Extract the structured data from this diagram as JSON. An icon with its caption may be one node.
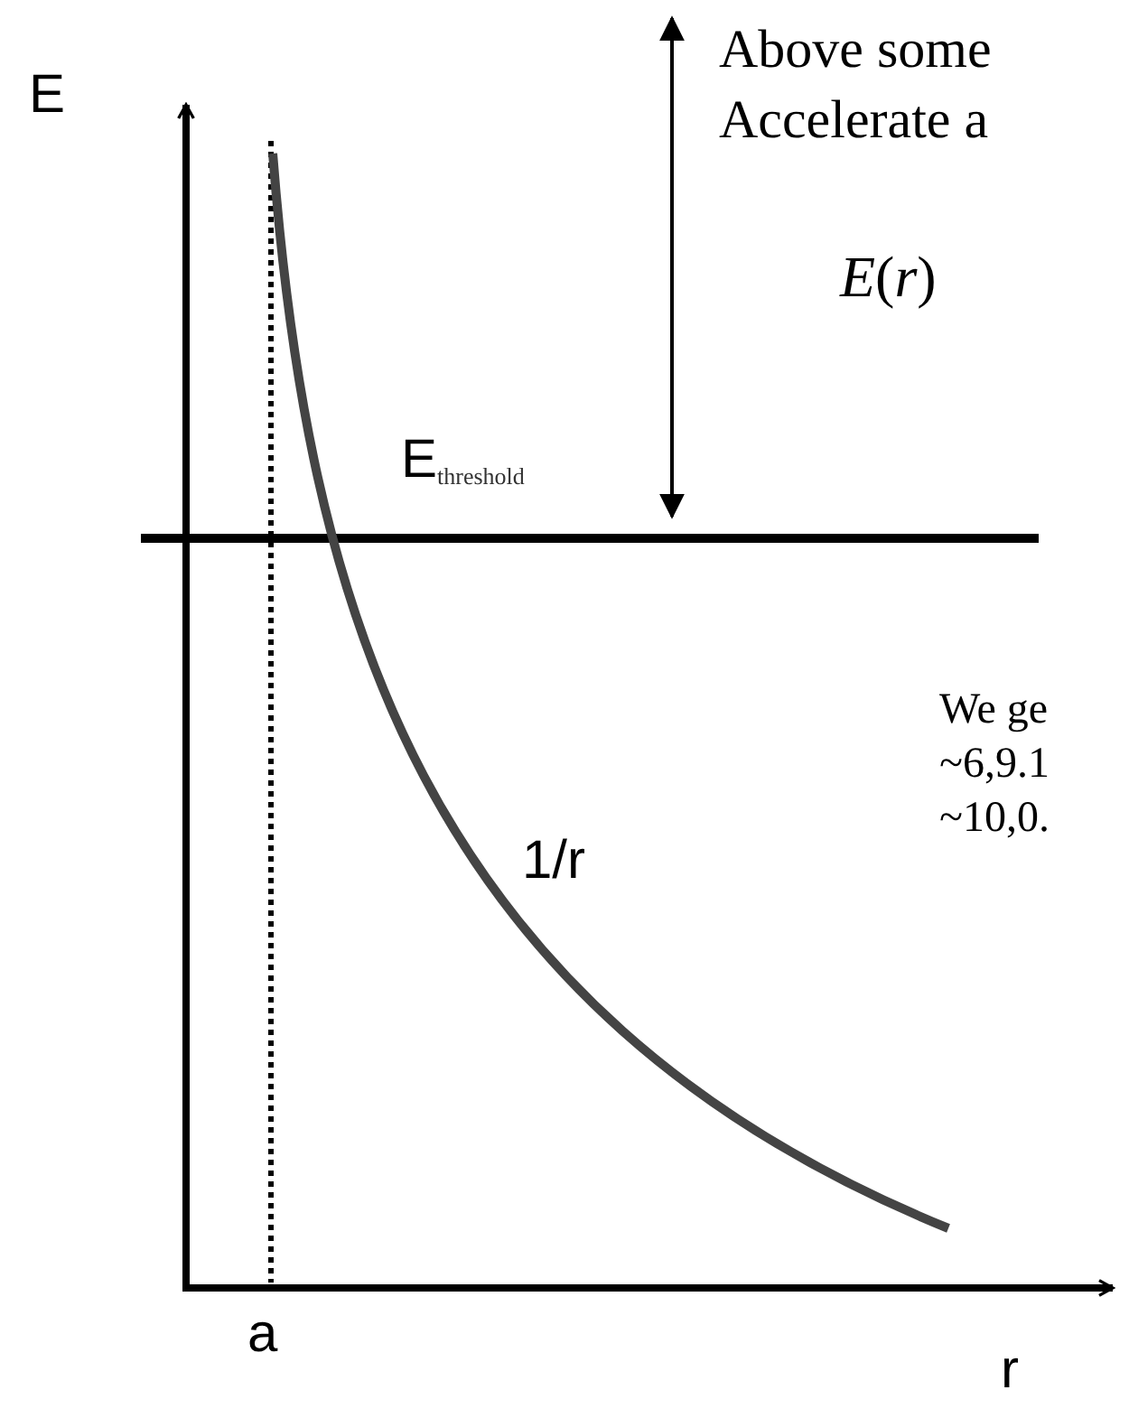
{
  "diagram": {
    "labels": [
      "Above some",
      "E",
      "Accelerate a",
      "*E*(*r*)",
      "E$_{threshold}$",
      "We ge",
      "~6,9.1",
      "~10,0.",
      "1/r",
      "a",
      "r"
    ]
  }
}
